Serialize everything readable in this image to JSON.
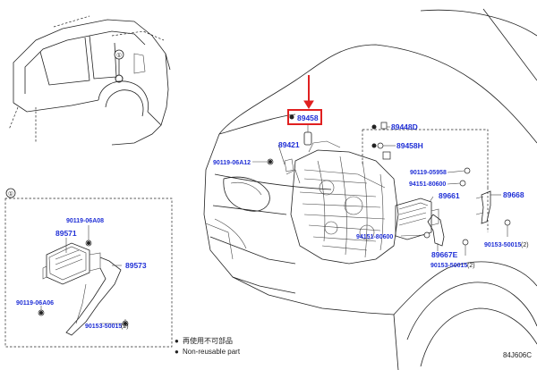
{
  "parts": {
    "p89458": "89458",
    "p89448D": "89448D",
    "p89458H": "89458H",
    "p89421": "89421",
    "p90119_06A12": "90119-06A12",
    "p90119_05958": "90119-05958",
    "p94151_80600_a": "94151-80600",
    "p89661": "89661",
    "p89668": "89668",
    "p94151_80600_b": "94151-80600",
    "p89667E": "89667E",
    "p90153_50015_a": "90153-50015",
    "p90153_50015_a_qty": "(2)",
    "p90153_50015_b": "90153-50015",
    "p90153_50015_b_qty": "(2)",
    "inset_90119_06A08": "90119-06A08",
    "inset_89571": "89571",
    "inset_89573": "89573",
    "inset_90119_06A06": "90119-06A06",
    "inset_90153_50015": "90153-50015",
    "inset_90153_50015_qty": "(2)"
  },
  "markers": {
    "vehicle_marker": "①",
    "inset_marker": "①"
  },
  "legend": {
    "japanese": "再使用不可部品",
    "english": "Non-reusable part",
    "bullet": "●"
  },
  "figure_code": "84J606C",
  "colors": {
    "label_blue": "#1f2fd6",
    "highlight_red": "#e02020",
    "line": "#222222"
  }
}
